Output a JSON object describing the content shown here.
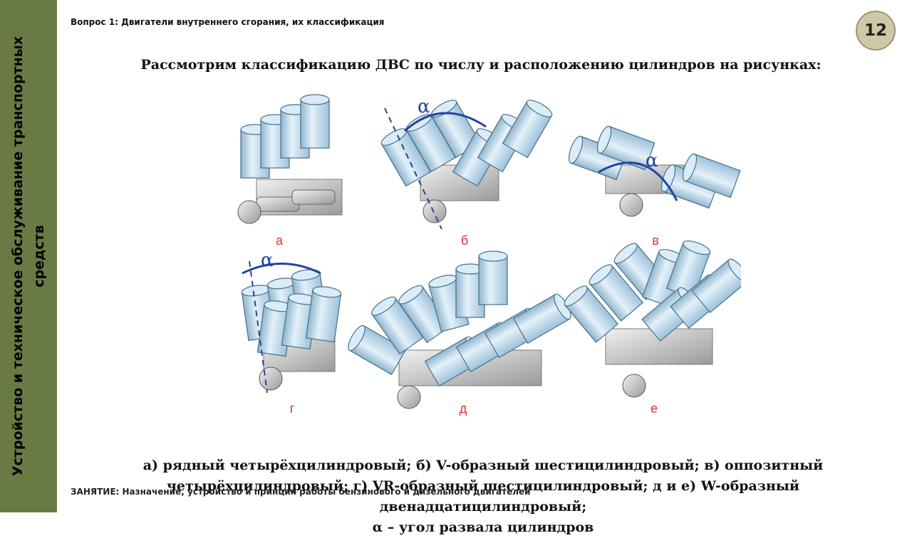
{
  "sidebar": {
    "title": "Устройство и техническое обслуживание транспортных средств"
  },
  "header": {
    "question": "Вопрос 1: Двигатели внутреннего сгорания, их классификация"
  },
  "slide": {
    "number": "12"
  },
  "main": {
    "heading": "Рассмотрим классификацию ДВС по числу и расположению цилиндров на рисунках:",
    "figure": {
      "alpha_symbol": "α",
      "panels": [
        {
          "label": "а"
        },
        {
          "label": "б"
        },
        {
          "label": "в"
        },
        {
          "label": "г"
        },
        {
          "label": "д"
        },
        {
          "label": "е"
        }
      ]
    },
    "caption": {
      "line1": "а) рядный четырёхцилиндровый; б) V-образный шестицилиндровый; в) оппозитный",
      "line2": "четырёхцилиндровый; г) VR-образный шестицилиндровый; д и е) W-образный двенадцатицилиндровый;",
      "line3": "α – угол развала цилиндров"
    }
  },
  "footer": {
    "lesson": "ЗАНЯТИЕ: Назначение, устройство и принцип работы бензинового и дизельного двигателей"
  },
  "colors": {
    "sidebar": "#6a7a45",
    "badge": "#cfc8a6",
    "cylinder": "#b8d8ea",
    "label": "#e03030",
    "arrow": "#2044a0"
  }
}
